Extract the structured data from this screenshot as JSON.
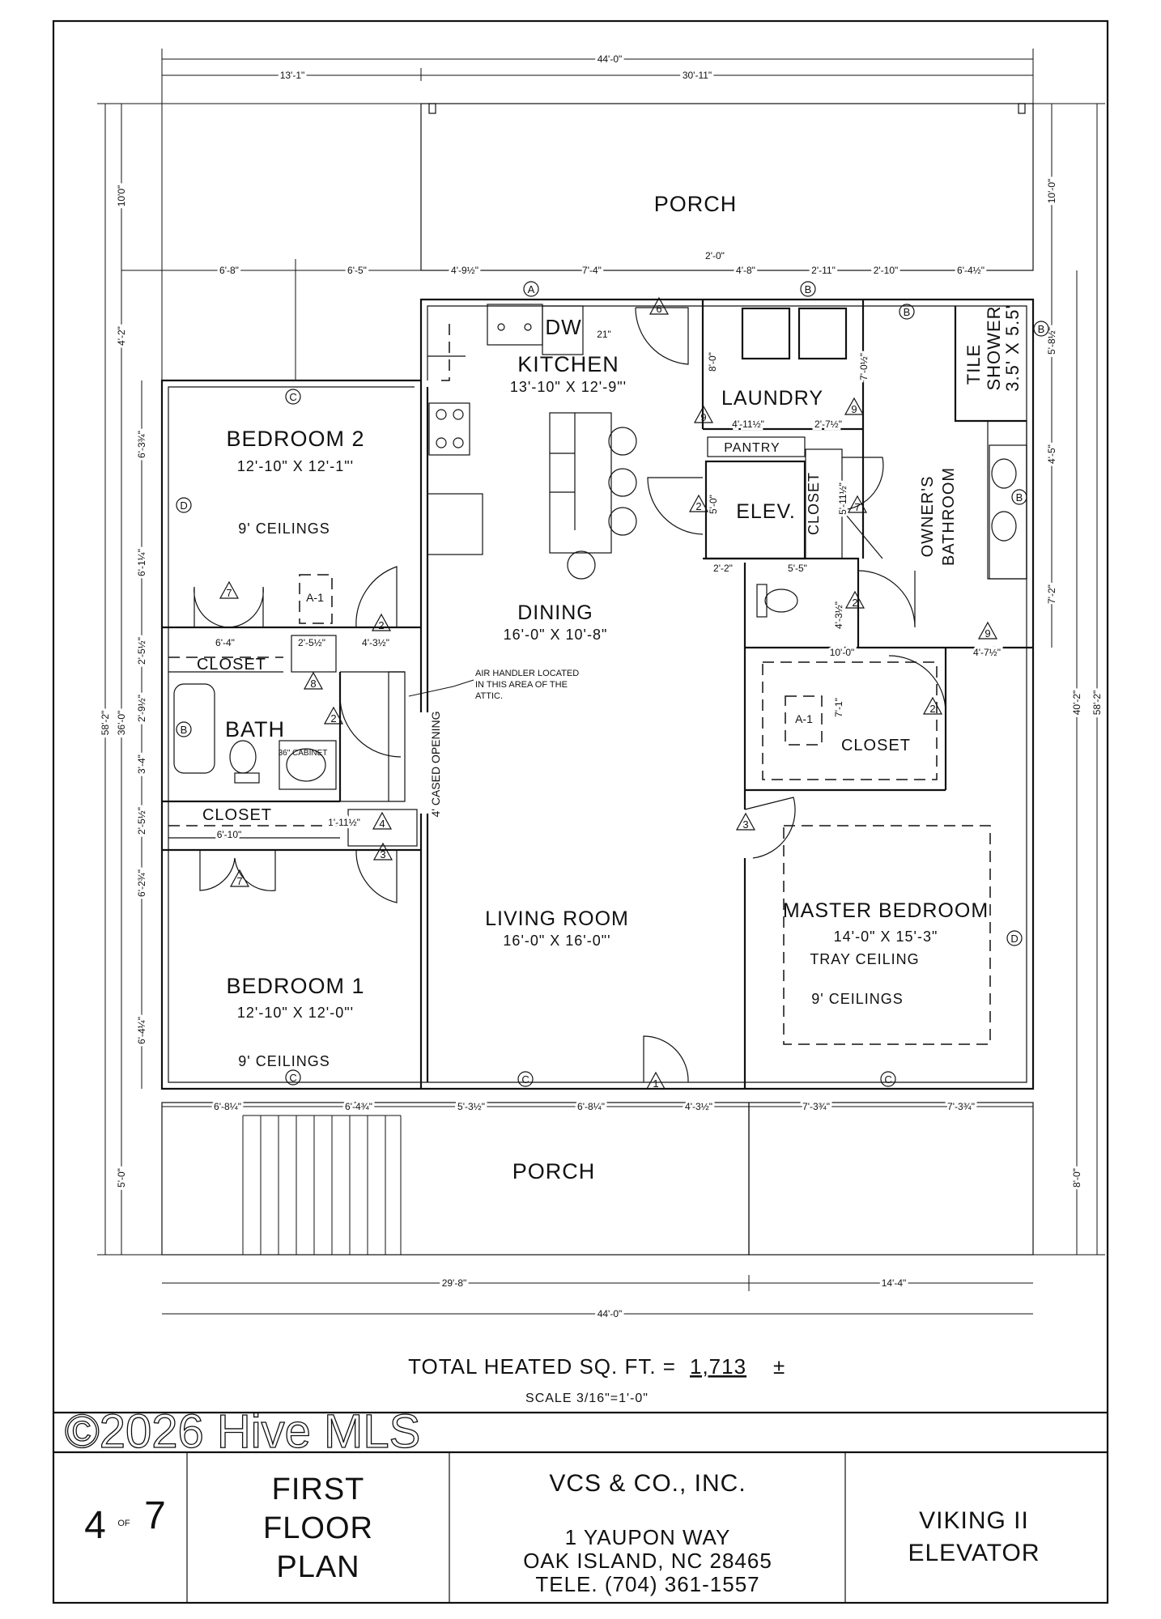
{
  "rooms": {
    "porch_top": "PORCH",
    "porch_bottom": "PORCH",
    "kitchen": {
      "name": "KITCHEN",
      "size": "13'-10\" X 12'-9\"'"
    },
    "dw": "DW",
    "dw_width": "21\"",
    "laundry": "LAUNDRY",
    "pantry": "PANTRY",
    "elevator": "ELEV.",
    "closet_elev": "CLOSET",
    "shower": {
      "line1": "TILE",
      "line2": "SHOWER",
      "line3": "3.5' X 5.5'"
    },
    "owners_bath": {
      "line1": "OWNER'S",
      "line2": "BATHROOM"
    },
    "bedroom2": {
      "name": "BEDROOM 2",
      "size": "12'-10\" X 12'-1\"'",
      "ceiling": "9' CEILINGS"
    },
    "a1_left": "A-1",
    "a1_right": "A-1",
    "closet_upper": "CLOSET",
    "bath": "BATH",
    "cabinet": "36\" CABINET",
    "closet_lower": "CLOSET",
    "dining": {
      "name": "DINING",
      "size": "16'-0\" X 10'-8\""
    },
    "air_handler": {
      "line1": "AIR HANDLER LOCATED",
      "line2": "IN THIS AREA OF THE",
      "line3": "ATTIC."
    },
    "cased_opening": "4' CASED OPENING",
    "living": {
      "name": "LIVING ROOM",
      "size": "16'-0\" X 16'-0\"'"
    },
    "master_closet": "CLOSET",
    "master": {
      "name": "MASTER BEDROOM",
      "size": "14'-0\" X 15'-3\"",
      "tray": "TRAY CEILING",
      "ceiling": "9' CEILINGS"
    },
    "bedroom1": {
      "name": "BEDROOM 1",
      "size": "12'-10\" X 12'-0\"'",
      "ceiling": "9' CEILINGS"
    }
  },
  "dims": {
    "top_overall": "44'-0\"",
    "top_left": "13'-1\"",
    "top_right": "30'-11\"",
    "row_top": [
      "6'-8\"",
      "6'-5\"",
      "4'-9½\"",
      "7'-4\"",
      "2'-0\"",
      "4'-8\"",
      "2'-11\"",
      "2'-10\"",
      "6'-4½\""
    ],
    "row_bottom": [
      "6'-8¼\"",
      "6'-4¾\"",
      "5'-3½\"",
      "6'-8¼\"",
      "4'-3½\"",
      "7'-3¾\"",
      "7'-3¾\""
    ],
    "bottom_left": "29'-8\"",
    "bottom_right": "14'-4\"",
    "bottom_overall": "44'-0\"",
    "interior": [
      "6'-4\"",
      "2'-5½\"",
      "4'-3½\"",
      "6'-10\"",
      "1'-11½\"",
      "4'-11½\"",
      "2'-7½\"",
      "2'-2\"",
      "5'-5\"",
      "10'-0\"",
      "4'-7½\""
    ],
    "left_vertical": [
      "10'0\"",
      "4'-2\"",
      "6'-3¾\"",
      "6'-1¼\"",
      "2'-5½\"",
      "2'-9½\"",
      "3'-4\"",
      "2'-5½\"",
      "6'-2¾\"",
      "6'-4¼\"",
      "36'-0\"",
      "58'-2\"",
      "5'-0\""
    ],
    "right_vertical": [
      "10'-0\"",
      "5'-8½\"",
      "4'-5\"",
      "7'-2\"",
      "40'-2\"",
      "8'-0\"",
      "58'-2\""
    ],
    "interior_vertical": [
      "8'-0\"",
      "7'-0½\"",
      "5'-0\"",
      "5'-11½\"",
      "4'-3½\"",
      "7'-1\""
    ]
  },
  "markers": {
    "windows": [
      "A",
      "B",
      "B",
      "C",
      "D",
      "B",
      "C",
      "C",
      "C",
      "D",
      "B",
      "B"
    ],
    "doors": [
      "6",
      "9",
      "9",
      "2",
      "7",
      "7",
      "2",
      "8",
      "2",
      "4",
      "3",
      "7",
      "3",
      "2",
      "9",
      "2",
      "1"
    ]
  },
  "footer": {
    "total_label": "TOTAL HEATED SQ. FT. =",
    "total_value": "1,713",
    "total_suffix": "±",
    "scale": "SCALE 3/16\"=1'-0\""
  },
  "title_block": {
    "sheet_number": "4",
    "sheet_of": "OF",
    "sheet_total": "7",
    "title": [
      "FIRST",
      "FLOOR",
      "PLAN"
    ],
    "company": "VCS & CO., INC.",
    "address1": "1 YAUPON WAY",
    "address2": "OAK ISLAND, NC 28465",
    "phone": "TELE. (704) 361-1557",
    "project": [
      "VIKING II",
      "ELEVATOR"
    ]
  },
  "watermark": "©2026 Hive MLS"
}
